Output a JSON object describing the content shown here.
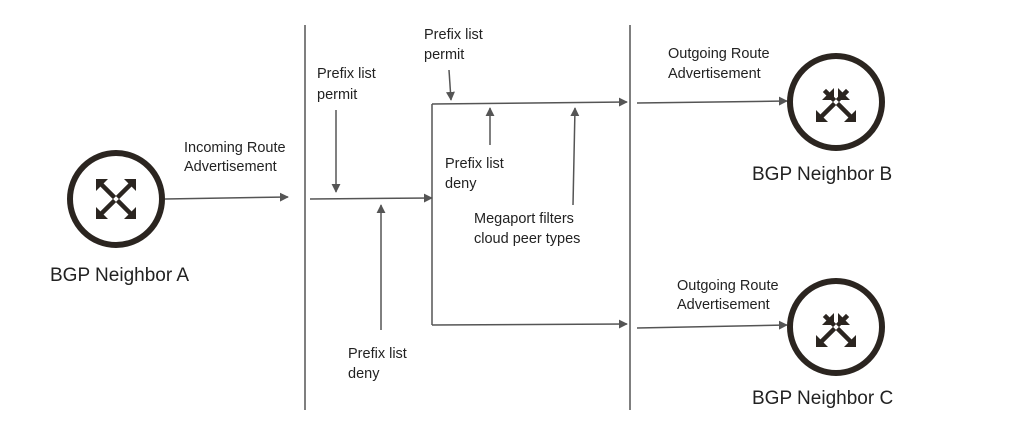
{
  "colors": {
    "line": "#555555",
    "router_fill": "#ffffff",
    "router_ring": "#2b2520",
    "router_arrows": "#2b2520",
    "text": "#222222"
  },
  "icons": {
    "router": "router-crossed-arrows-icon"
  },
  "routers": {
    "a": {
      "label": "BGP Neighbor A"
    },
    "b": {
      "label": "BGP Neighbor B"
    },
    "c": {
      "label": "BGP Neighbor C"
    }
  },
  "labels": {
    "incoming_route": [
      "Incoming Route",
      "Advertisement"
    ],
    "prefix_permit_left": [
      "Prefix list",
      "permit"
    ],
    "prefix_deny_left": [
      "Prefix list",
      "deny"
    ],
    "prefix_permit_top": [
      "Prefix list",
      "permit"
    ],
    "prefix_deny_mid": [
      "Prefix list",
      "deny"
    ],
    "megaport_filters": [
      "Megaport filters",
      "cloud peer types"
    ],
    "outgoing_route_b": [
      "Outgoing Route",
      "Advertisement"
    ],
    "outgoing_route_c": [
      "Outgoing Route",
      "Advertisement"
    ]
  }
}
